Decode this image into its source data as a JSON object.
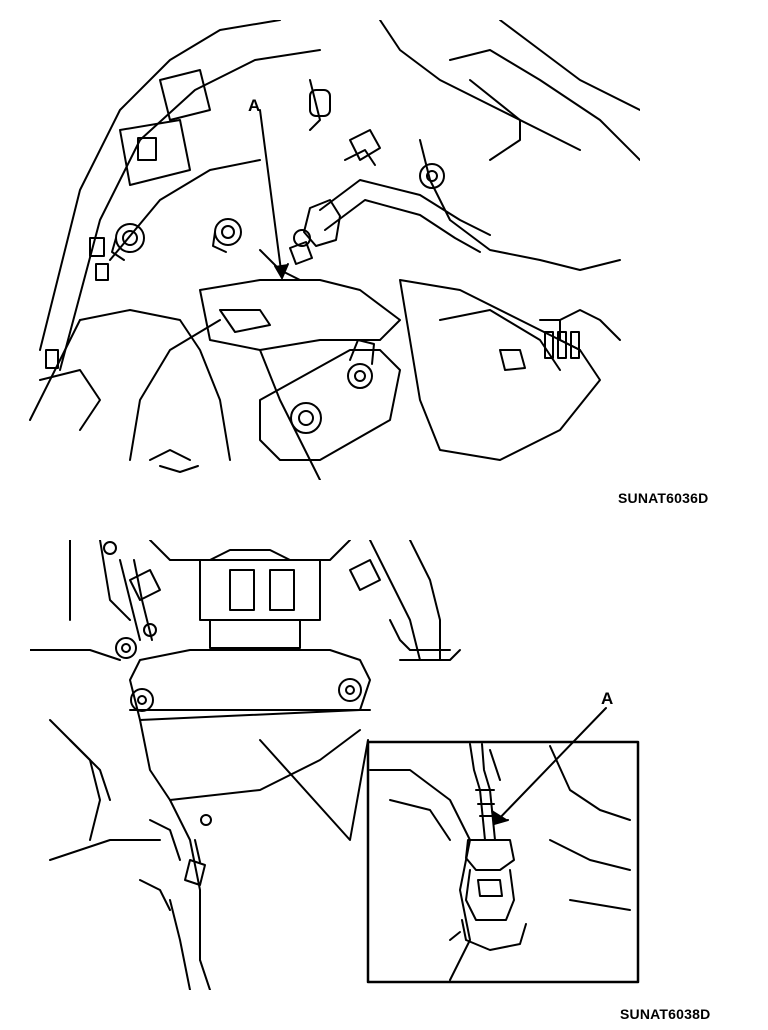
{
  "figures": [
    {
      "caption": "SUNAT6036D",
      "callout_label": "A"
    },
    {
      "caption": "SUNAT6038D",
      "callout_label": "A"
    }
  ]
}
